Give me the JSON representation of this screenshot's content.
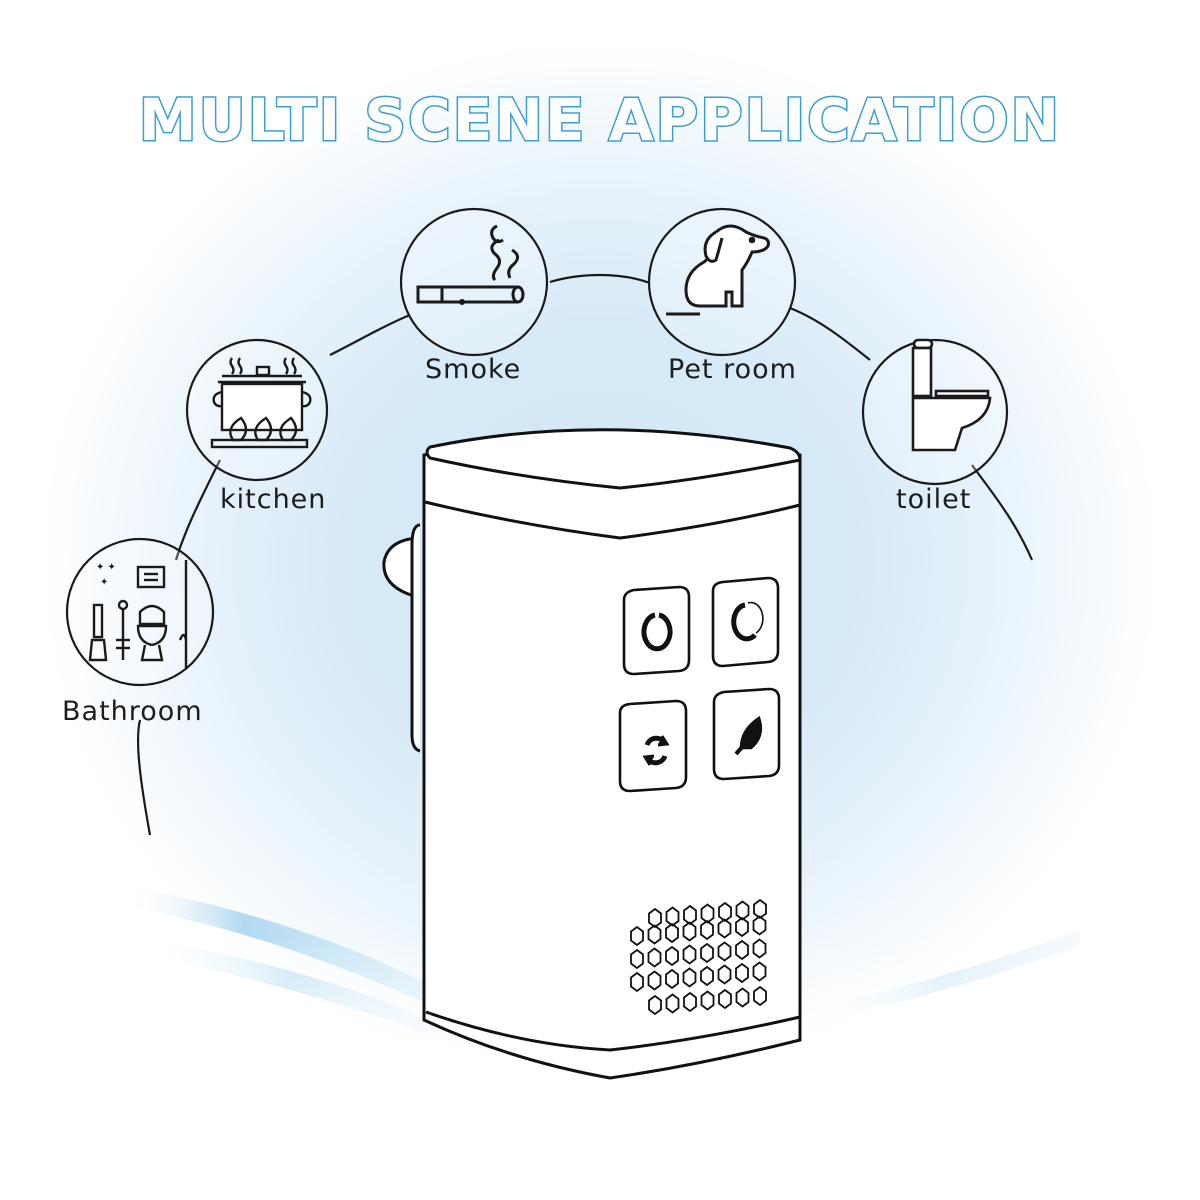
{
  "title": "MULTI SCENE APPLICATION",
  "colors": {
    "title_outline": "#3a9fd6",
    "background_glow": "#d7eaf7",
    "line": "#1a1a1a"
  },
  "scenes": [
    {
      "label": "Bathroom",
      "icon": "bathroom-icon"
    },
    {
      "label": "kitchen",
      "icon": "cooking-pot-icon"
    },
    {
      "label": "Smoke",
      "icon": "cigarette-icon"
    },
    {
      "label": "Pet room",
      "icon": "dog-icon"
    },
    {
      "label": "toilet",
      "icon": "toilet-icon"
    }
  ],
  "device": {
    "buttons": [
      {
        "icon": "ring-gauge-icon"
      },
      {
        "icon": "ring-gauge-icon"
      },
      {
        "icon": "refresh-icon"
      },
      {
        "icon": "leaf-icon"
      }
    ],
    "vent": "hexagon-vent-grille"
  }
}
